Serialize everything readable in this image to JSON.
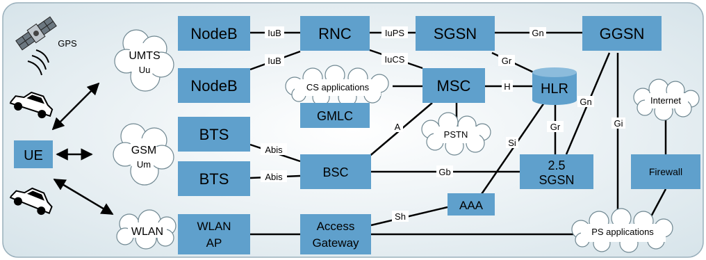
{
  "nodes": {
    "nodeb1": "NodeB",
    "nodeb2": "NodeB",
    "rnc": "RNC",
    "sgsn": "SGSN",
    "ggsn": "GGSN",
    "msc": "MSC",
    "gmlc": "GMLC",
    "hlr": "HLR",
    "bts1": "BTS",
    "bts2": "BTS",
    "bsc": "BSC",
    "sgsn25_line1": "2.5",
    "sgsn25_line2": "SGSN",
    "firewall": "Firewall",
    "aaa": "AAA",
    "ue": "UE",
    "wlanap_line1": "WLAN",
    "wlanap_line2": "AP",
    "accessgw_line1": "Access",
    "accessgw_line2": "Gateway"
  },
  "clouds": {
    "umts_line1": "UMTS",
    "umts_line2": "Uu",
    "gsm_line1": "GSM",
    "gsm_line2": "Um",
    "wlan": "WLAN",
    "cs_applications": "CS applications",
    "pstn": "PSTN",
    "internet": "Internet",
    "ps_applications": "PS applications"
  },
  "links": {
    "iub_top": "IuB",
    "iub_bottom": "IuB",
    "iups": "IuPS",
    "iucs": "IuCS",
    "gn_top": "Gn",
    "gr_top": "Gr",
    "h": "H",
    "a": "A",
    "gn_right": "Gn",
    "gr_mid": "Gr",
    "gi": "Gi",
    "si": "Si",
    "abis_top": "Abis",
    "abis_bottom": "Abis",
    "gb": "Gb",
    "sh": "Sh"
  },
  "icons": {
    "gps_label": "GPS",
    "satellite": "satellite-icon",
    "car": "car-icon"
  },
  "colors": {
    "box_fill": "#5fa0cc",
    "background": "#eef3f6",
    "line": "#000000"
  }
}
